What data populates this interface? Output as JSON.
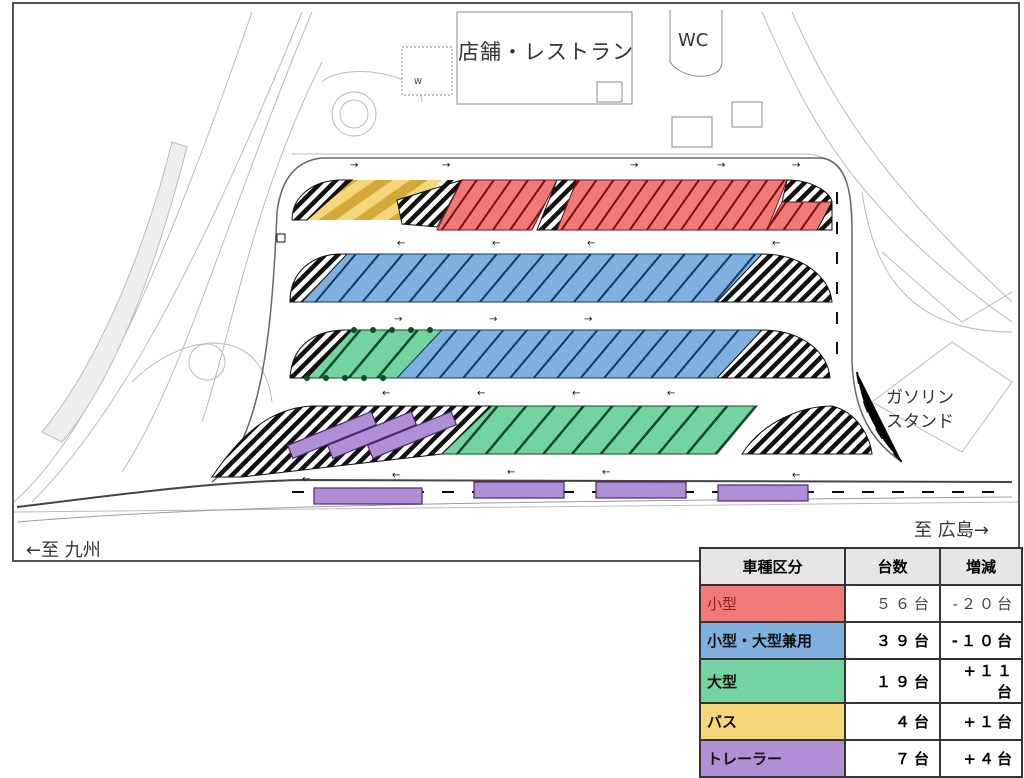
{
  "map": {
    "labels": {
      "shop_restaurant": "店舗・レストラン",
      "wc": "WC",
      "gas_station_line1": "ガソリン",
      "gas_station_line2": "スタンド",
      "to_kyushu": "←至 九州",
      "to_hiroshima": "至 広島→"
    },
    "colors": {
      "small": "#f07a78",
      "small_large_shared": "#7fb0de",
      "large": "#74d4a0",
      "bus": "#f5d77a",
      "trailer": "#b18fd6",
      "hatch": "#111111"
    }
  },
  "legend": {
    "headers": [
      "車種区分",
      "台数",
      "増減"
    ],
    "rows": [
      {
        "category": "小型",
        "count": "５６台",
        "change": "-２０台",
        "color": "#f07a78"
      },
      {
        "category": "小型・大型兼用",
        "count": "３９台",
        "change": "-１０台",
        "color": "#7fb0de"
      },
      {
        "category": "大型",
        "count": "１９台",
        "change": "+１１台",
        "color": "#74d4a0"
      },
      {
        "category": "バス",
        "count": "４台",
        "change": "+１台",
        "color": "#f5d77a"
      },
      {
        "category": "トレーラー",
        "count": "７台",
        "change": "+４台",
        "color": "#b18fd6"
      }
    ]
  }
}
